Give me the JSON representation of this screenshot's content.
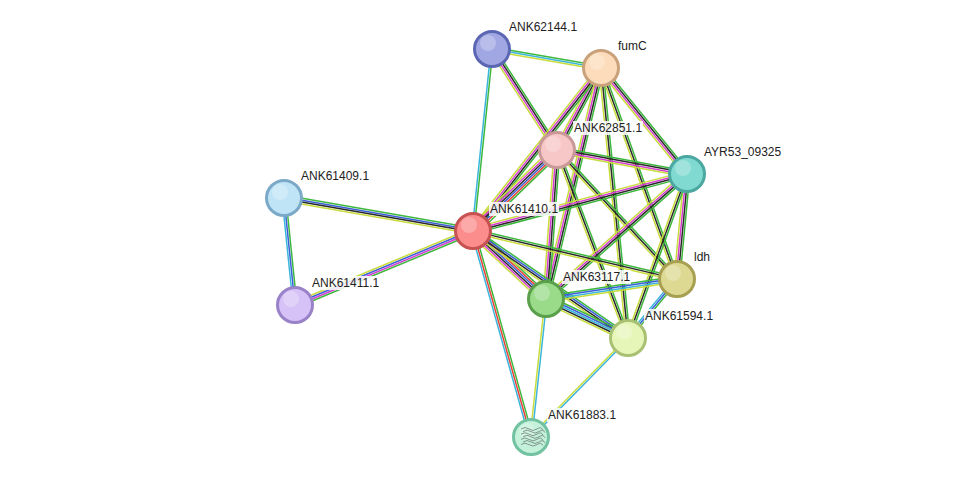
{
  "diagram": {
    "nodes": [
      {
        "text": [
          "ANK62144.1"
        ]
      },
      {
        "text": [
          "fumC"
        ]
      },
      {
        "text": [
          "ANK62851.1"
        ]
      },
      {
        "text": [
          "AYR53_09325"
        ]
      },
      {
        "text": [
          "ANK61409.1"
        ]
      },
      {
        "text": [
          "ANK61410.1"
        ]
      },
      {
        "text": [
          "ANK61411.1"
        ]
      },
      {
        "text": [
          "ANK63117.1"
        ]
      },
      {
        "text": [
          "ldh"
        ]
      },
      {
        "text": [
          "ANK61594.1"
        ]
      },
      {
        "text": [
          "ANK61883.1"
        ]
      }
    ],
    "edges": [
      {
        "from": 0,
        "to": 1,
        "arrow": "none"
      },
      {
        "from": 0,
        "to": 2,
        "arrow": "none"
      },
      {
        "from": 0,
        "to": 5,
        "arrow": "none"
      },
      {
        "from": 1,
        "to": 2,
        "arrow": "none"
      },
      {
        "from": 1,
        "to": 3,
        "arrow": "none"
      },
      {
        "from": 1,
        "to": 5,
        "arrow": "none"
      },
      {
        "from": 1,
        "to": 7,
        "arrow": "none"
      },
      {
        "from": 1,
        "to": 8,
        "arrow": "none"
      },
      {
        "from": 1,
        "to": 9,
        "arrow": "none"
      },
      {
        "from": 2,
        "to": 3,
        "arrow": "none"
      },
      {
        "from": 2,
        "to": 5,
        "arrow": "none"
      },
      {
        "from": 2,
        "to": 7,
        "arrow": "none"
      },
      {
        "from": 2,
        "to": 8,
        "arrow": "none"
      },
      {
        "from": 2,
        "to": 9,
        "arrow": "none"
      },
      {
        "from": 3,
        "to": 5,
        "arrow": "none"
      },
      {
        "from": 3,
        "to": 7,
        "arrow": "none"
      },
      {
        "from": 3,
        "to": 8,
        "arrow": "none"
      },
      {
        "from": 3,
        "to": 9,
        "arrow": "none"
      },
      {
        "from": 4,
        "to": 5,
        "arrow": "none"
      },
      {
        "from": 4,
        "to": 6,
        "arrow": "none"
      },
      {
        "from": 5,
        "to": 6,
        "arrow": "none"
      },
      {
        "from": 5,
        "to": 7,
        "arrow": "none"
      },
      {
        "from": 5,
        "to": 8,
        "arrow": "none"
      },
      {
        "from": 5,
        "to": 9,
        "arrow": "none"
      },
      {
        "from": 5,
        "to": 10,
        "arrow": "none"
      },
      {
        "from": 7,
        "to": 8,
        "arrow": "none"
      },
      {
        "from": 7,
        "to": 9,
        "arrow": "none"
      },
      {
        "from": 7,
        "to": 10,
        "arrow": "none"
      },
      {
        "from": 8,
        "to": 9,
        "arrow": "none"
      },
      {
        "from": 9,
        "to": 10,
        "arrow": "none"
      }
    ]
  }
}
